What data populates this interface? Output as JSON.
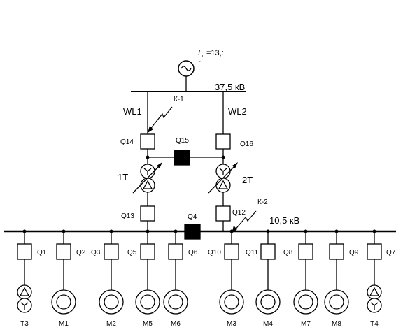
{
  "source": {
    "current_label": "I",
    "current_sub": "п",
    "current_value": "=13,:",
    "current_note": "°"
  },
  "buses": {
    "hv_voltage": "37,5 кВ",
    "lv_voltage": "10,5 кВ"
  },
  "lines": {
    "left": "WL1",
    "right": "WL2"
  },
  "faults": {
    "k1": "К-1",
    "k2": "К-2"
  },
  "transformers": {
    "left": "1Т",
    "right": "2Т"
  },
  "breakers": {
    "q14": "Q14",
    "q15": "Q15",
    "q16": "Q16",
    "q13": "Q13",
    "q4": "Q4",
    "q12": "Q12"
  },
  "feeders": [
    {
      "breaker": "Q1",
      "load": "Т3",
      "load_type": "transformer"
    },
    {
      "breaker": "Q2",
      "load": "М1",
      "load_type": "motor"
    },
    {
      "breaker": "Q3",
      "load": "М2",
      "load_type": "motor"
    },
    {
      "breaker": "Q5",
      "load": "М5",
      "load_type": "motor"
    },
    {
      "breaker": "Q6",
      "load": "М6",
      "load_type": "motor"
    },
    {
      "breaker": "Q10",
      "load": "М3",
      "load_type": "motor"
    },
    {
      "breaker": "Q11",
      "load": "М4",
      "load_type": "motor"
    },
    {
      "breaker": "Q8",
      "load": "М7",
      "load_type": "motor"
    },
    {
      "breaker": "Q9",
      "load": "М8",
      "load_type": "motor"
    },
    {
      "breaker": "Q7",
      "load": "Т4",
      "load_type": "transformer"
    }
  ]
}
